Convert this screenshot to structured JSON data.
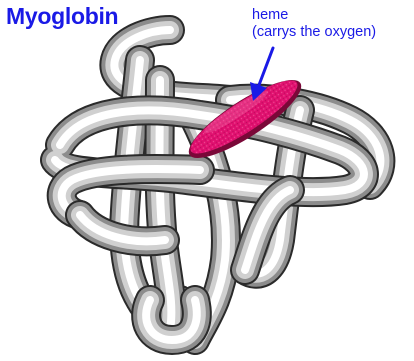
{
  "title": "Myoglobin",
  "annotation": {
    "line1": "heme",
    "line2": "(carrys the oxygen)"
  },
  "colors": {
    "text": "#1a1ae6",
    "arrow": "#1a1ae6",
    "heme": "#e0106f",
    "tube_light": "#ffffff",
    "tube_dark": "#2a2a2a"
  },
  "icons": {
    "protein_backbone": "tube-ribbon-illustration",
    "heme_group": "magenta-disc",
    "pointer": "arrow-icon"
  }
}
